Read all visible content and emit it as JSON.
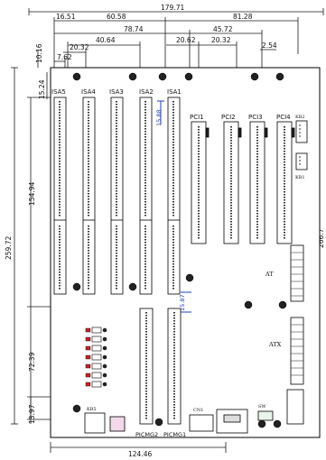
{
  "dimensions": {
    "overall_width": "179.71",
    "top_row": [
      "16.51",
      "60.58",
      "81.28"
    ],
    "second_row": [
      "78.74",
      "45.72"
    ],
    "third_row": [
      "40.64",
      "20.62",
      "20.32",
      "2.54"
    ],
    "fourth_row": [
      "20.32"
    ],
    "fifth_row": [
      "7.62"
    ],
    "left_top": "10.16",
    "left_mid": "15.24",
    "left_154": "154.94",
    "left_259": "259.72",
    "left_72": "72.39",
    "left_13": "13.97",
    "slot_gap_v": "15.88",
    "slot_gap_v2": "15.87",
    "bottom_width": "124.46",
    "right_partial": "266.7"
  },
  "labels": {
    "isa_slots": [
      "ISA5",
      "ISA4",
      "ISA3",
      "ISA2",
      "ISA1"
    ],
    "pci_slots": [
      "PCI1",
      "PCI2",
      "PCI3",
      "PCI4"
    ],
    "picmg": [
      "PICMG2",
      "PICMG1"
    ],
    "kb": "KB1",
    "at": "AT",
    "atx": "ATX",
    "kb5": "KB5",
    "cn1": "CN1",
    "sw": "SW",
    "small_right": "KB2"
  },
  "colors": {
    "board_outline": "#000000",
    "dimension_line": "#1a1a1a",
    "slot_fill": "#ffffff",
    "hole_fill": "#222222",
    "accent_blue": "#1f3fbf",
    "accent_red": "#cc2222",
    "accent_green": "#2a9a3a"
  }
}
